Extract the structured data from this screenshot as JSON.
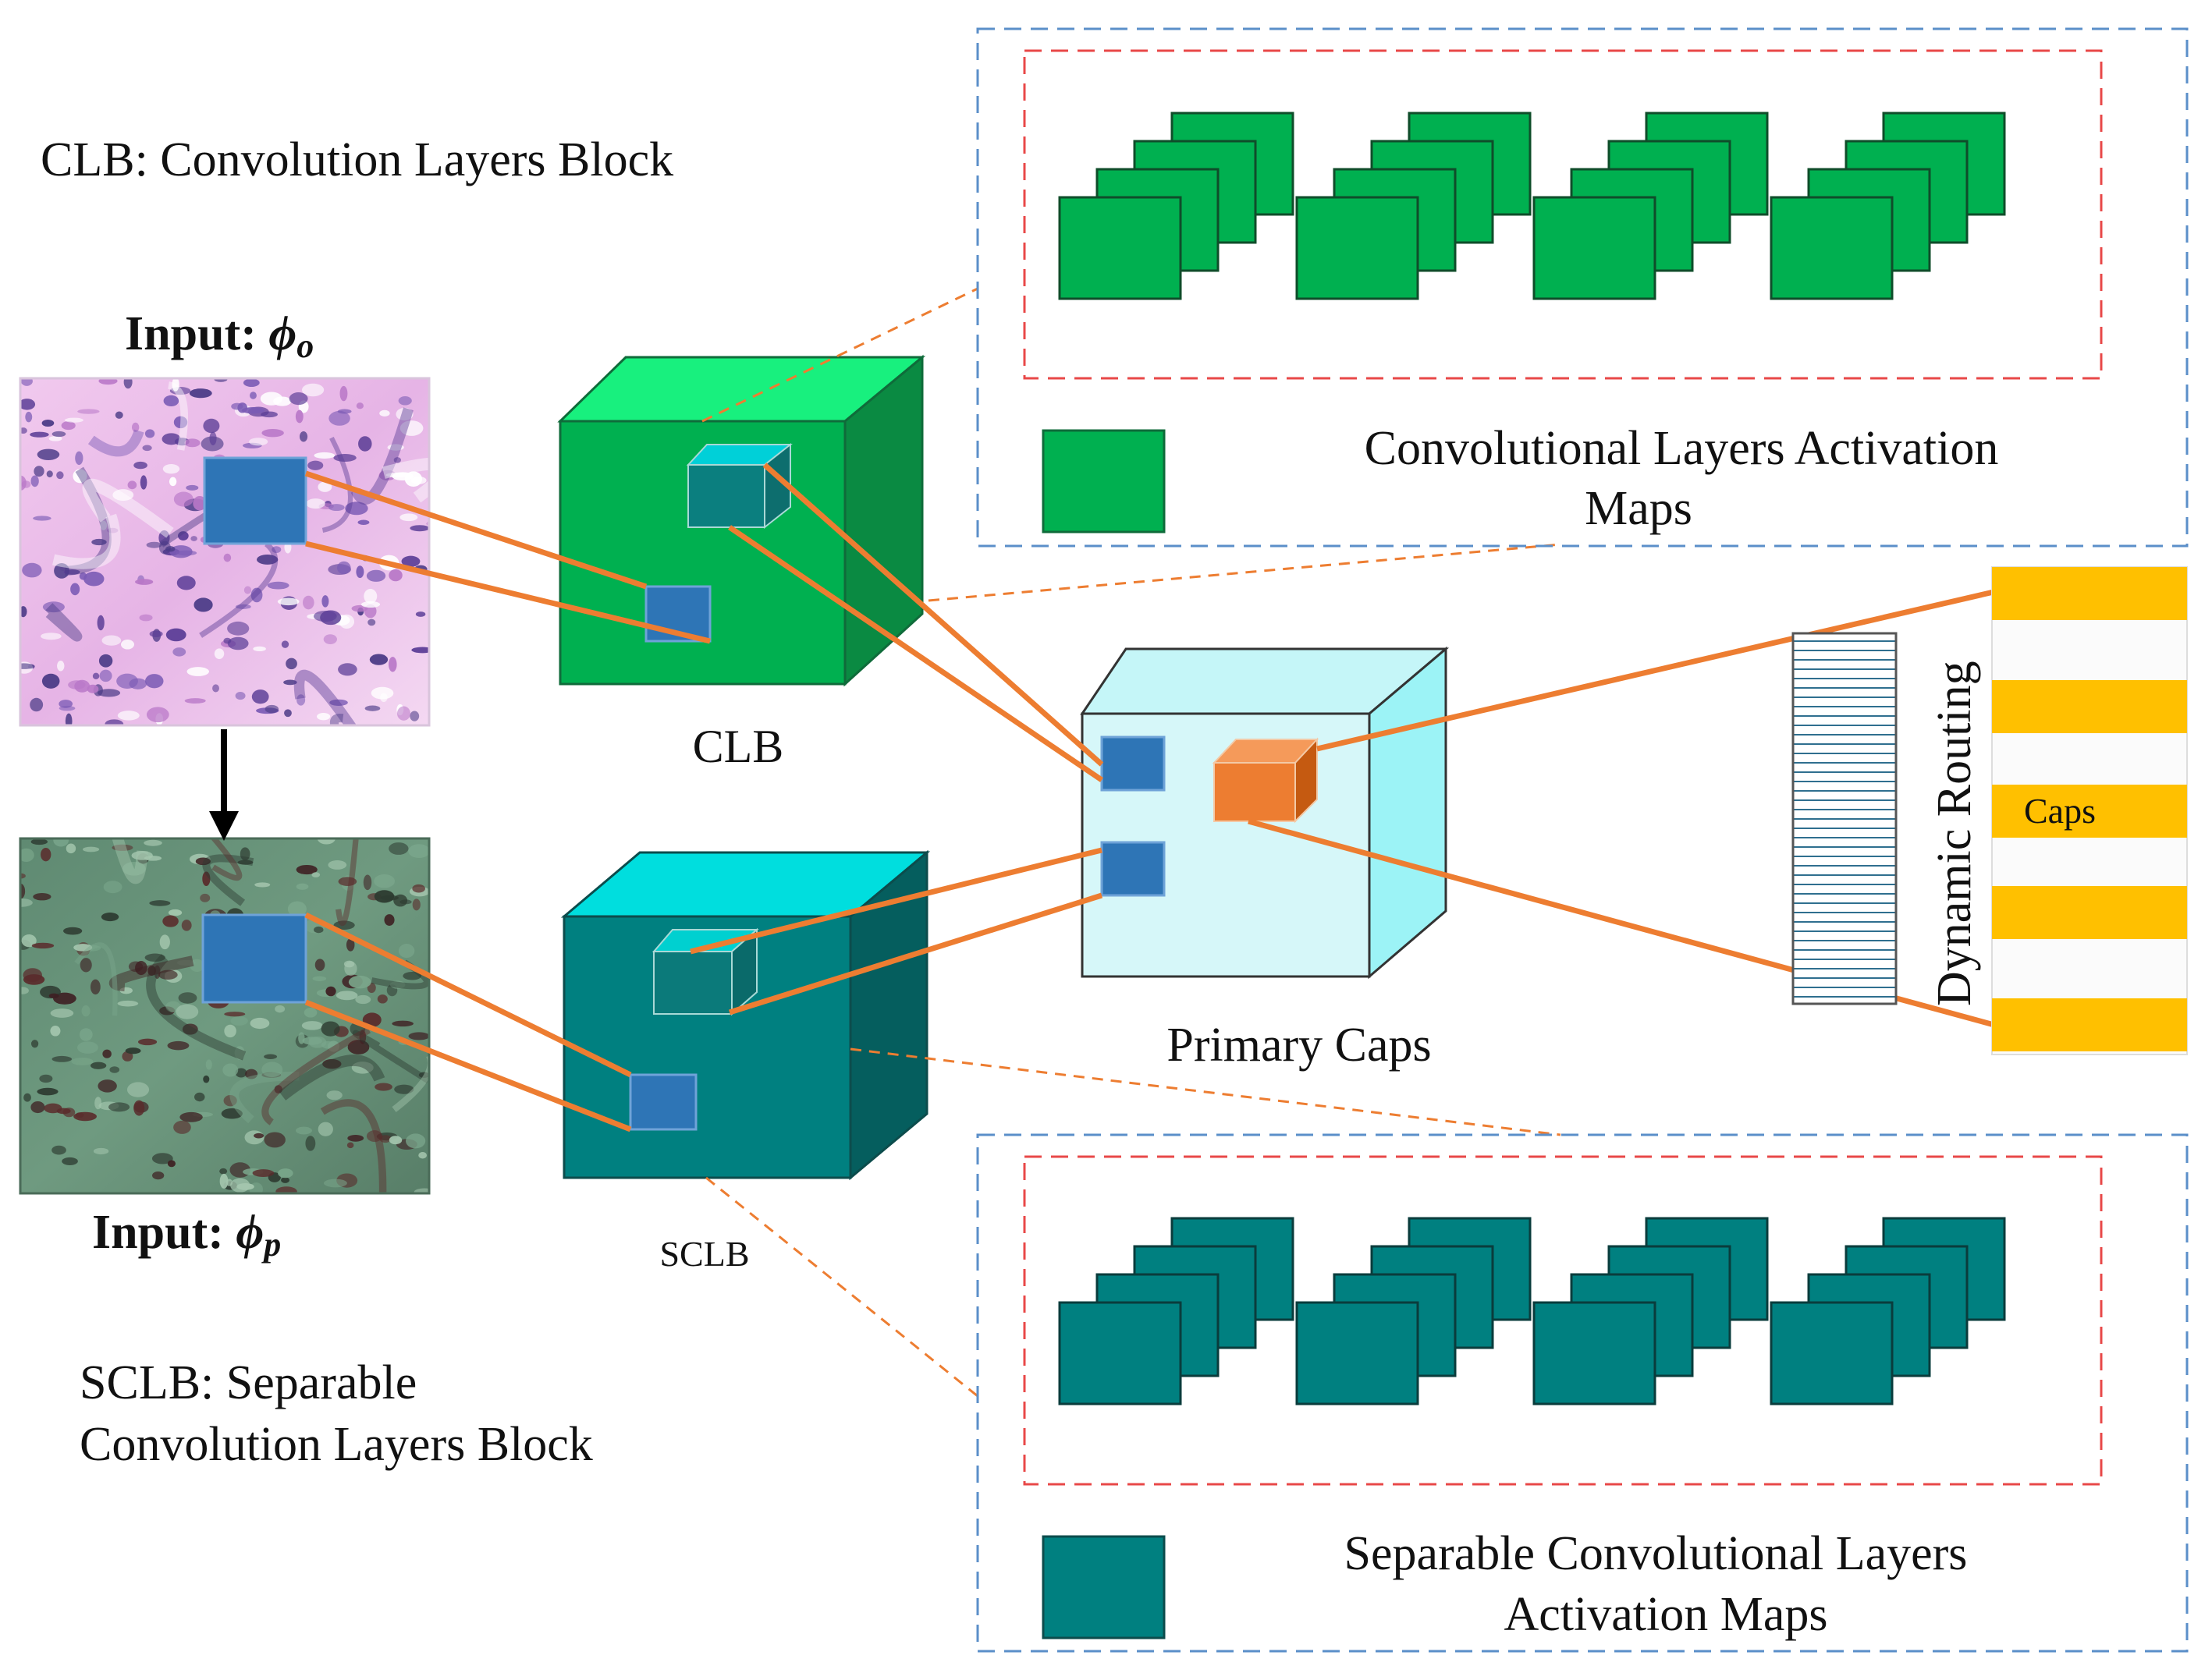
{
  "legend": {
    "clb_definition": "CLB: Convolution Layers Block",
    "sclb_definition_line1": "SCLB: Separable",
    "sclb_definition_line2": "Convolution Layers Block"
  },
  "inputs": {
    "original_prefix": "Input: ",
    "original_symbol": "ϕ",
    "original_subscript": "o",
    "processed_prefix": "Input: ",
    "processed_symbol": "ϕ",
    "processed_subscript": "p"
  },
  "blocks": {
    "clb_label": "CLB",
    "sclb_label": "SCLB",
    "primary_caps_label": "Primary Caps"
  },
  "routing": {
    "dynamic_routing_label": "Dynamic Routing",
    "caps_label": "Caps"
  },
  "activation_panels": {
    "conv_line1": "Convolutional Layers Activation",
    "conv_line2": "Maps",
    "sep_line1": "Separable Convolutional Layers",
    "sep_line2": "Activation Maps"
  },
  "colors": {
    "clb_green": "#00b050",
    "sclb_teal": "#008080",
    "patch_blue": "#2e75b6",
    "connector_orange": "#ed7d31",
    "caps_yellow": "#ffc000",
    "primary_caps_fill": "#ccf5f8",
    "panel_outer_dash": "#5b8fc9",
    "panel_inner_dash": "#e84848"
  }
}
